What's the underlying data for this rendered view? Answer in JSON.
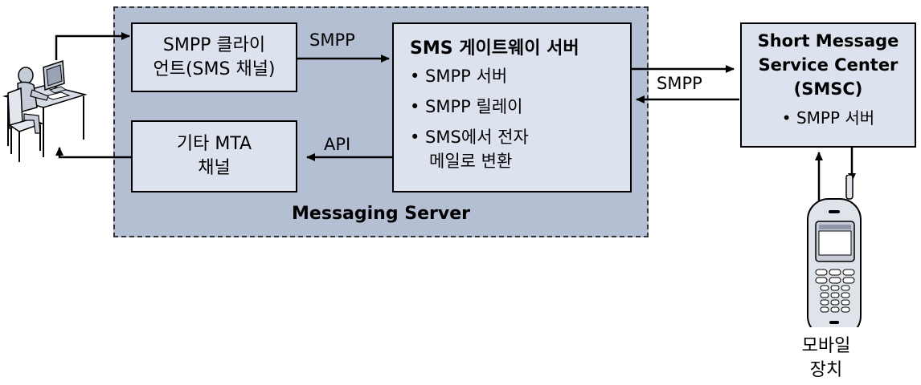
{
  "container_label": "Messaging Server",
  "nodes": {
    "smpp_client": {
      "line1": "SMPP 클라이",
      "line2": "언트(SMS 채널)"
    },
    "other_mta": {
      "line1": "기타 MTA",
      "line2": "채널"
    },
    "gateway": {
      "title": "SMS 게이트웨이 서버",
      "bullets": [
        "• SMPP 서버",
        "• SMPP 릴레이",
        "• SMS에서 전자"
      ],
      "bullet_cont": "메일로 변환"
    },
    "smsc": {
      "title_lines": [
        "Short Message",
        "Service Center",
        "(SMSC)"
      ],
      "bullet": "• SMPP 서버"
    },
    "mobile": {
      "line1": "모바일",
      "line2": "장치"
    }
  },
  "edges": {
    "client_to_gateway": "SMPP",
    "gateway_smsc": "SMPP",
    "gateway_to_mta": "API"
  },
  "colors": {
    "container_fill": "#b4bfd4",
    "box_fill": "#dde3ee",
    "stroke": "#000000"
  }
}
